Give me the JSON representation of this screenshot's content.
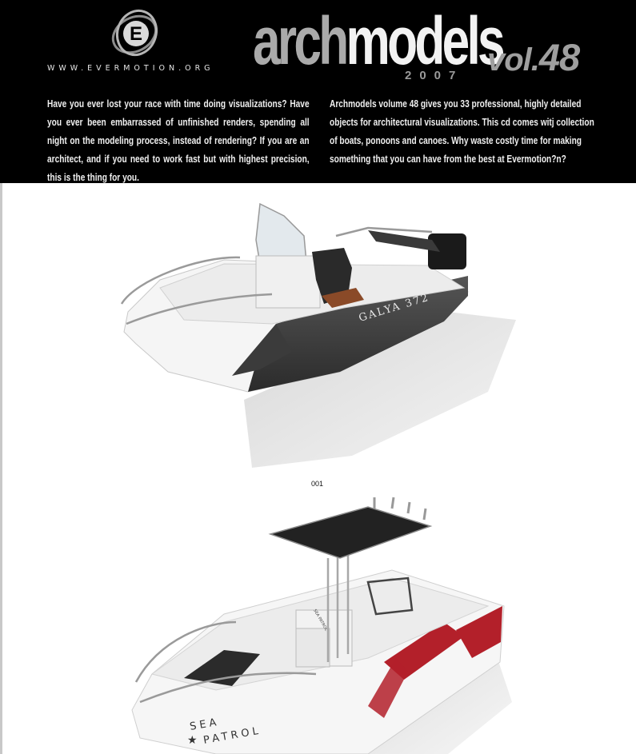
{
  "header": {
    "logo_letter": "E",
    "site_url": "WWW.EVERMOTION.ORG",
    "brand_part1": "arch",
    "brand_part2": "models",
    "year": "2007",
    "vol_prefix": "vol.",
    "vol_number": "48",
    "intro_left": "Have you ever lost your race with time doing visualizations? Have you ever been embarrassed of unfinished renders, spending all night on the modeling process, instead of rendering? If you are an architect, and if you need to work fast but with highest precision, this is the thing for you.",
    "intro_right": "Archmodels volume 48 gives you 33 professional, highly detailed objects for architectural visualizations. This cd comes witj collection of boats, ponoons and canoes. Why waste costly time for making something that you can have from the best at Evermotion?n?"
  },
  "products": [
    {
      "hull_text": "GALYA 372",
      "caption": "001"
    },
    {
      "hull_text_line1": "SEA",
      "hull_text_line2": "PATROL",
      "console_text": "SEA PATROL"
    }
  ],
  "colors": {
    "header_bg": "#000000",
    "hull_dark": "#3f3f3f",
    "stripe_red": "#b3202a",
    "canopy": "#222222"
  }
}
